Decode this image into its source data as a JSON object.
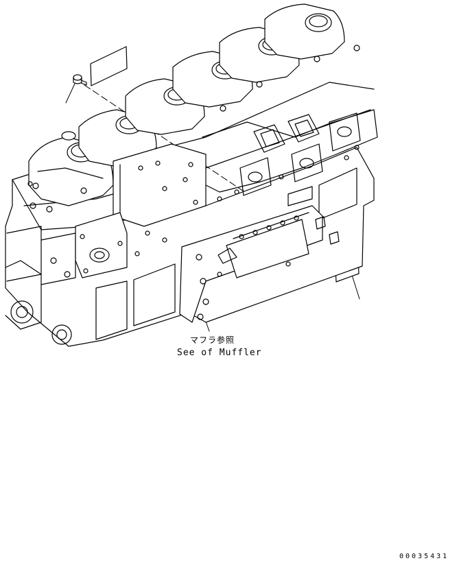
{
  "callout": {
    "jp": "マフラ参照",
    "en": "See of Muffler"
  },
  "drawing_number": "00035431",
  "colors": {
    "line": "#000000",
    "background": "#ffffff"
  }
}
